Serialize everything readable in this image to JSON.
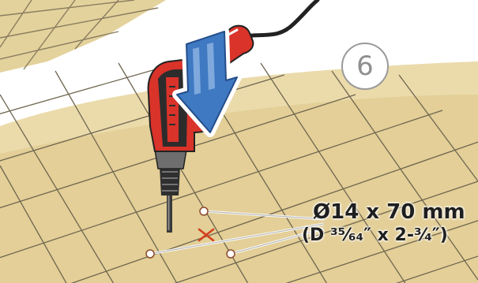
{
  "step": {
    "number": "6"
  },
  "spec": {
    "diameter_label": "Ø14 x 70 mm",
    "imperial_label": "(D ³⁵⁄₆₄″ x 2-³⁄₄″)"
  },
  "icons": {
    "drill": "drill-icon",
    "arrow": "down-arrow-icon",
    "mark": "x-mark-icon"
  },
  "colors": {
    "floor": "#e2cf98",
    "grid": "#7a6f56",
    "arrow_fill": "#3f79c2",
    "drill_body": "#d9332a",
    "mark": "#d4411e",
    "badge_border": "#9a9a9a"
  }
}
